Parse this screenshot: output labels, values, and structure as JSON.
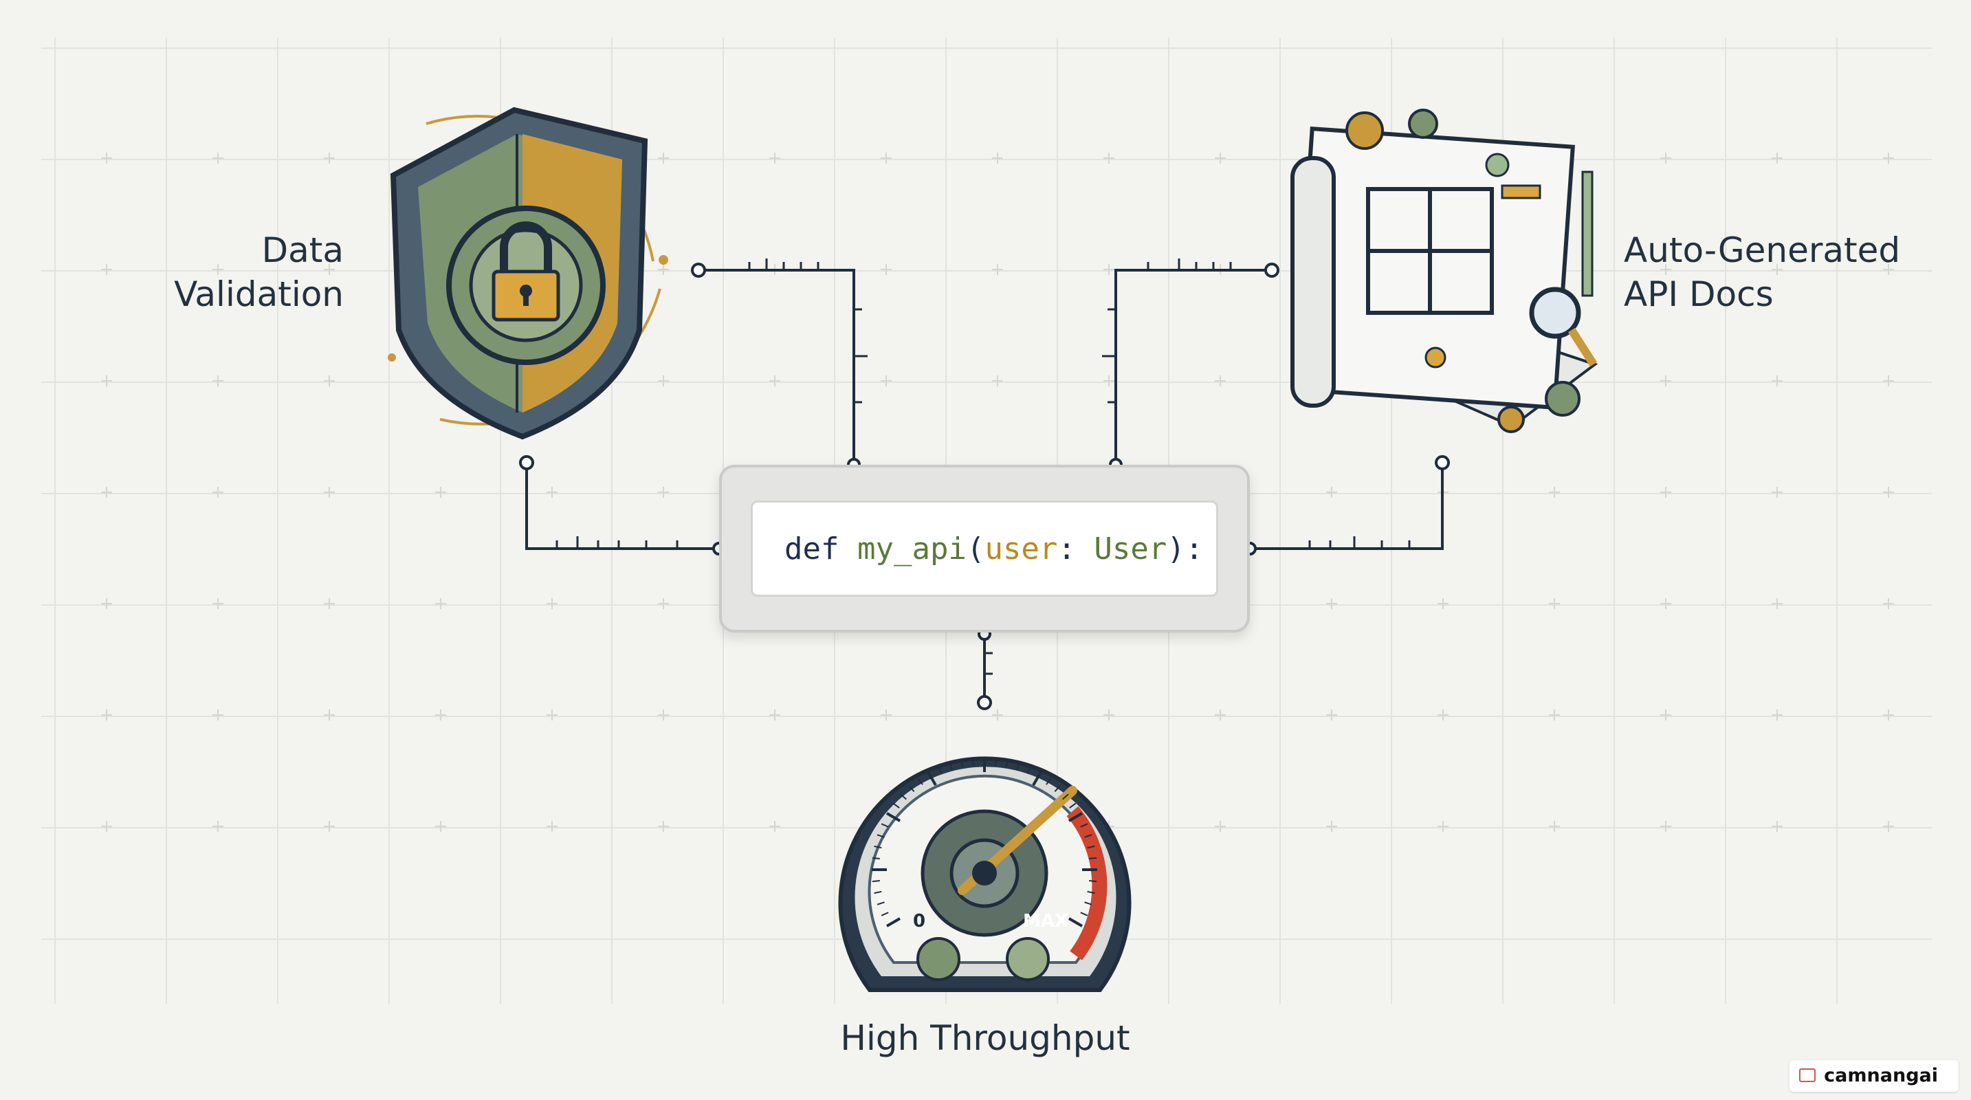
{
  "labels": {
    "validation": [
      "Data",
      "Validation"
    ],
    "docs": [
      "Auto-Generated",
      "API Docs"
    ],
    "throughput": "High Throughput"
  },
  "code": {
    "keyword": "def",
    "function": "my_api",
    "open": "(",
    "arg": "user",
    "colon": ":",
    "type": "User",
    "close": "):"
  },
  "gauge": {
    "min_label": "0",
    "max_label": "MAX"
  },
  "watermark": "camnangai",
  "colors": {
    "background": "#f3f3ef",
    "ink": "#23313f",
    "connector": "#1f2d3d",
    "shield_green": "#7d9471",
    "shield_gold": "#c99a3b",
    "gauge_red": "#d0452f",
    "code_keyword": "#1f2d55",
    "code_function": "#5b7a3a",
    "code_arg": "#b98a1f"
  },
  "icons": [
    "shield-lock-icon",
    "blueprint-icon",
    "speedometer-icon"
  ]
}
